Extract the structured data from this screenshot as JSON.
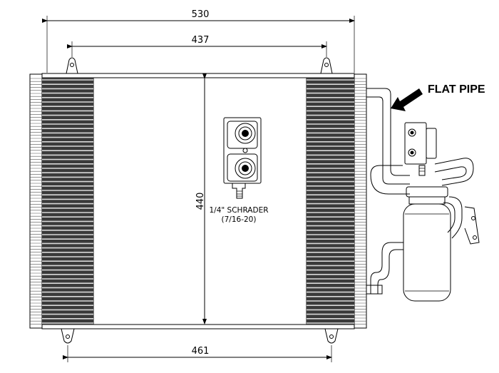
{
  "dimensions": {
    "overall_width": "530",
    "mount_spacing_top": "437",
    "core_height": "440",
    "mount_spacing_bottom": "461"
  },
  "valve_label": {
    "line1": "1/4\" SCHRADER",
    "line2": "(7/16-20)"
  },
  "callout": {
    "text": "FLAT PIPE"
  }
}
